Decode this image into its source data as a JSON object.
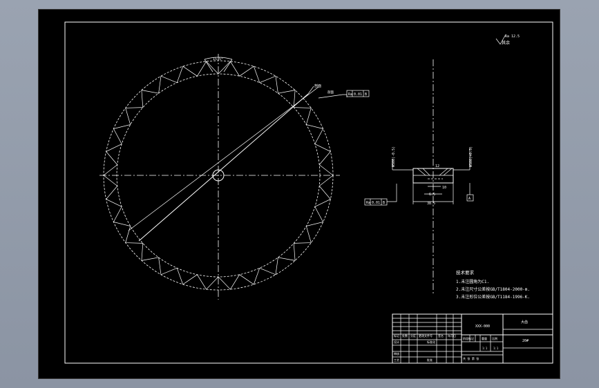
{
  "notes": {
    "heading": "技术要求",
    "items": [
      "1.未注圆角为C1.",
      "2.未注尺寸公差按GB/T1804-2000-m.",
      "3.未注形位公差按GB/T1184-1996-K."
    ]
  },
  "roughness": {
    "prefix": "其余",
    "value": "Ra 12.5"
  },
  "gear_view": {
    "tooth_angle_label": "15.5°",
    "leader_label": "剖面",
    "tolerance_frame": [
      "Ra",
      "0.01",
      "B"
    ]
  },
  "section_view": {
    "left_dim": "Φ500(-0.5)",
    "right_dim": "Φ500(+0.3)",
    "dims": [
      "12",
      "10",
      "6.5",
      "38.5"
    ],
    "tolerance_frame": [
      "Ra",
      "0.01",
      "B"
    ],
    "datum_label": "A"
  },
  "title_block": {
    "drawing_no": "XXX-000",
    "part_name": "大齿",
    "material": "20#",
    "scale": "1:1",
    "ratio": "1:1",
    "sheet": "共  张  第  张",
    "header_row": [
      "标记",
      "处数",
      "分区",
      "更改文件号",
      "签名",
      "年月日"
    ],
    "design_row": [
      "设计",
      "",
      "",
      "标准化"
    ],
    "review_row": [
      "审核"
    ],
    "craft_row": [
      "工艺",
      "",
      "",
      "批准"
    ],
    "stage_labels": [
      "阶段标记",
      "重量",
      "比例"
    ]
  }
}
